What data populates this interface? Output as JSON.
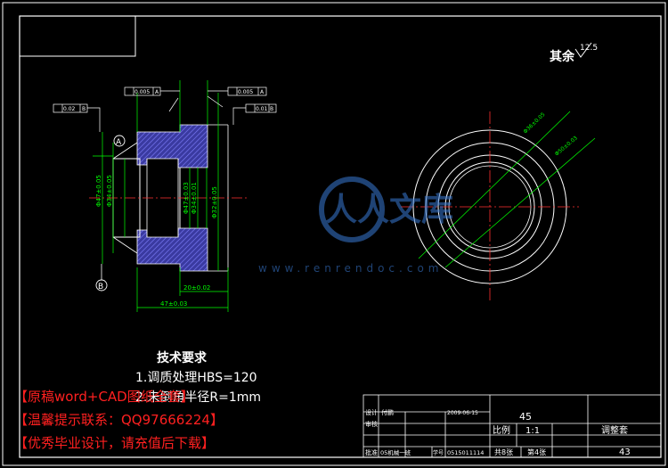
{
  "watermark": {
    "logo_text": "人人文库",
    "url": "www.renrendoc.com"
  },
  "roughness_note": {
    "label": "其余",
    "value": "12.5"
  },
  "datum": {
    "a": "A",
    "b": "B"
  },
  "tolerances": {
    "runout_left": "0.005",
    "runout_left_ref": "A",
    "runout_right": "0.005",
    "runout_right_ref": "A",
    "parallel_left": "0.02",
    "parallel_left_ref": "B",
    "parallel_right": "0.01",
    "parallel_right_ref": "B"
  },
  "dimensions": {
    "outer_dia": "Φ47±0.05",
    "bore_dia": "Φ34±0.05",
    "inner_dia_1": "Φ47±0.03",
    "inner_dia_2": "Φ34±0.01",
    "inner_dia_3": "Φ32±0.05",
    "width_small": "20±0.02",
    "width_total": "47±0.03",
    "circle_dia_1": "Φ36±0.05",
    "circle_dia_2": "Φ50±0.03"
  },
  "tech_req": {
    "title": "技术要求",
    "item1": "1.调质处理HBS=120",
    "item2": "2.未倒角半径R=1mm"
  },
  "title_block": {
    "design_label": "设计",
    "designer": "付鹏",
    "date": "2009-06-15",
    "check_label": "审核",
    "approve_label": "批准",
    "class_info": "05机械一班",
    "student_no_label": "学号",
    "student_no": "0515011114",
    "material": "45",
    "scale_label": "比例",
    "scale": "1:1",
    "part_name": "调整套",
    "sheets_total": "共8张",
    "sheet_no": "第4张",
    "drawing_no": "43"
  },
  "promo": {
    "line1": "【原稿word+CAD图纸全套】",
    "line2": "【温馨提示联系：QQ97666224】",
    "line3": "【优秀毕业设计，请充值后下载】"
  }
}
